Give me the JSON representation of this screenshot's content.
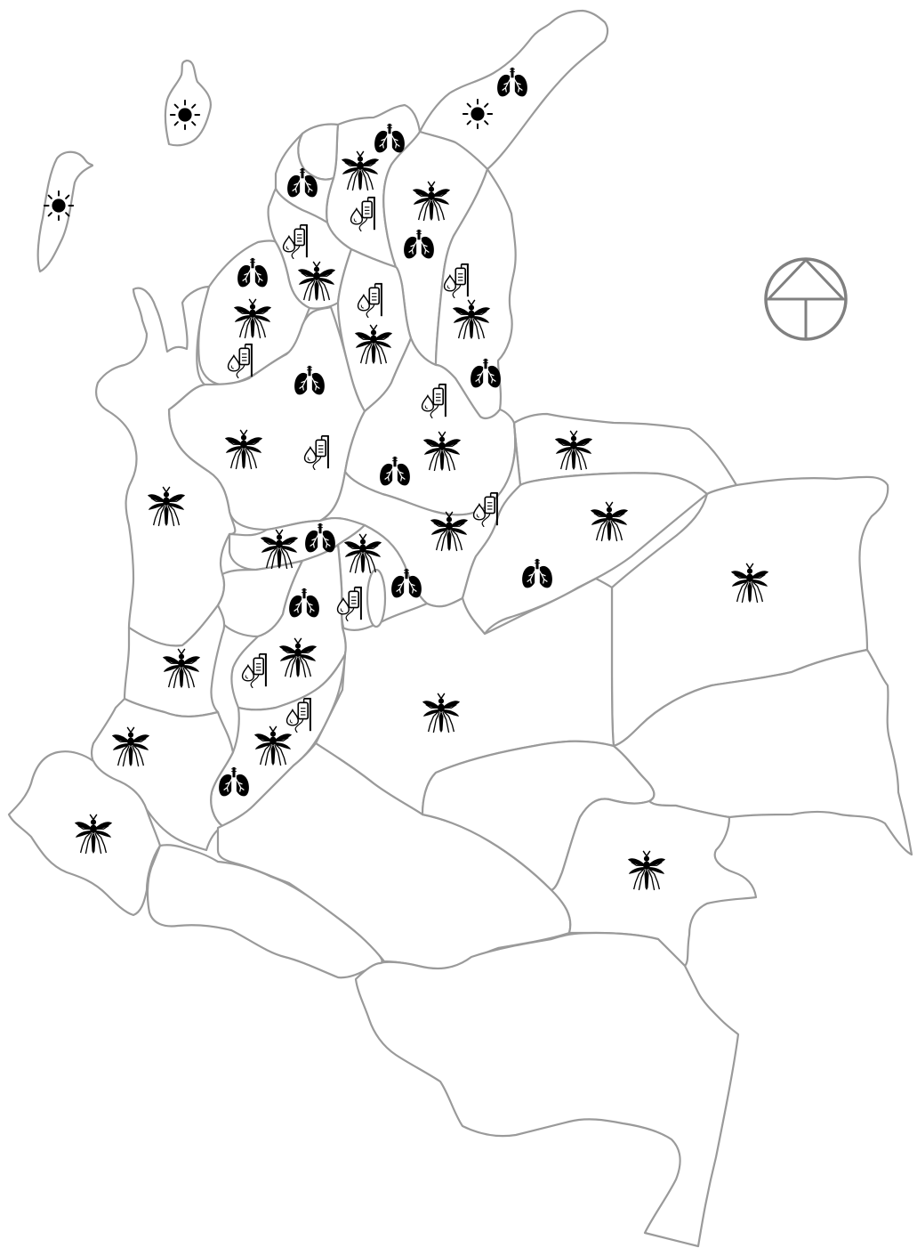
{
  "map": {
    "background": "#ffffff",
    "border_color": "#9a9a9a",
    "icon_color": "#000000",
    "compass_color": "#808080",
    "legend_icons": [
      "mosquito-icon",
      "lungs-icon",
      "iv-blood-bag-icon",
      "sun-icon"
    ],
    "markers": [
      {
        "icon": "sun-icon",
        "region": "san-andres-island"
      },
      {
        "icon": "sun-icon",
        "region": "providencia-island"
      },
      {
        "icon": "sun-icon",
        "region": "la-guajira"
      },
      {
        "icon": "lungs-icon",
        "region": "la-guajira"
      },
      {
        "icon": "lungs-icon",
        "region": "magdalena"
      },
      {
        "icon": "mosquito-icon",
        "region": "magdalena"
      },
      {
        "icon": "iv-blood-bag-icon",
        "region": "magdalena"
      },
      {
        "icon": "lungs-icon",
        "region": "atlantico"
      },
      {
        "icon": "mosquito-icon",
        "region": "cesar"
      },
      {
        "icon": "lungs-icon",
        "region": "cesar"
      },
      {
        "icon": "iv-blood-bag-icon",
        "region": "bolivar-north"
      },
      {
        "icon": "mosquito-icon",
        "region": "bolivar-north"
      },
      {
        "icon": "lungs-icon",
        "region": "cordoba"
      },
      {
        "icon": "mosquito-icon",
        "region": "cordoba"
      },
      {
        "icon": "iv-blood-bag-icon",
        "region": "cordoba"
      },
      {
        "icon": "iv-blood-bag-icon",
        "region": "bolivar-south"
      },
      {
        "icon": "mosquito-icon",
        "region": "bolivar-south"
      },
      {
        "icon": "iv-blood-bag-icon",
        "region": "norte-de-santander"
      },
      {
        "icon": "mosquito-icon",
        "region": "norte-de-santander"
      },
      {
        "icon": "lungs-icon",
        "region": "norte-de-santander"
      },
      {
        "icon": "lungs-icon",
        "region": "antioquia"
      },
      {
        "icon": "mosquito-icon",
        "region": "antioquia"
      },
      {
        "icon": "iv-blood-bag-icon",
        "region": "antioquia"
      },
      {
        "icon": "iv-blood-bag-icon",
        "region": "santander"
      },
      {
        "icon": "mosquito-icon",
        "region": "santander"
      },
      {
        "icon": "lungs-icon",
        "region": "santander"
      },
      {
        "icon": "mosquito-icon",
        "region": "arauca"
      },
      {
        "icon": "mosquito-icon",
        "region": "choco"
      },
      {
        "icon": "iv-blood-bag-icon",
        "region": "boyaca"
      },
      {
        "icon": "mosquito-icon",
        "region": "boyaca"
      },
      {
        "icon": "mosquito-icon",
        "region": "casanare"
      },
      {
        "icon": "lungs-icon",
        "region": "casanare"
      },
      {
        "icon": "mosquito-icon",
        "region": "vichada"
      },
      {
        "icon": "mosquito-icon",
        "region": "caldas"
      },
      {
        "icon": "lungs-icon",
        "region": "caldas"
      },
      {
        "icon": "mosquito-icon",
        "region": "cundinamarca"
      },
      {
        "icon": "lungs-icon",
        "region": "cundinamarca"
      },
      {
        "icon": "lungs-icon",
        "region": "tolima"
      },
      {
        "icon": "iv-blood-bag-icon",
        "region": "tolima"
      },
      {
        "icon": "mosquito-icon",
        "region": "valle-del-cauca"
      },
      {
        "icon": "iv-blood-bag-icon",
        "region": "valle-del-cauca"
      },
      {
        "icon": "mosquito-icon",
        "region": "valle-del-cauca"
      },
      {
        "icon": "mosquito-icon",
        "region": "meta"
      },
      {
        "icon": "iv-blood-bag-icon",
        "region": "huila"
      },
      {
        "icon": "mosquito-icon",
        "region": "huila"
      },
      {
        "icon": "lungs-icon",
        "region": "huila-south"
      },
      {
        "icon": "mosquito-icon",
        "region": "cauca"
      },
      {
        "icon": "mosquito-icon",
        "region": "narino"
      },
      {
        "icon": "mosquito-icon",
        "region": "guaviare"
      }
    ],
    "compass": {
      "icon": "north-arrow-icon"
    }
  }
}
